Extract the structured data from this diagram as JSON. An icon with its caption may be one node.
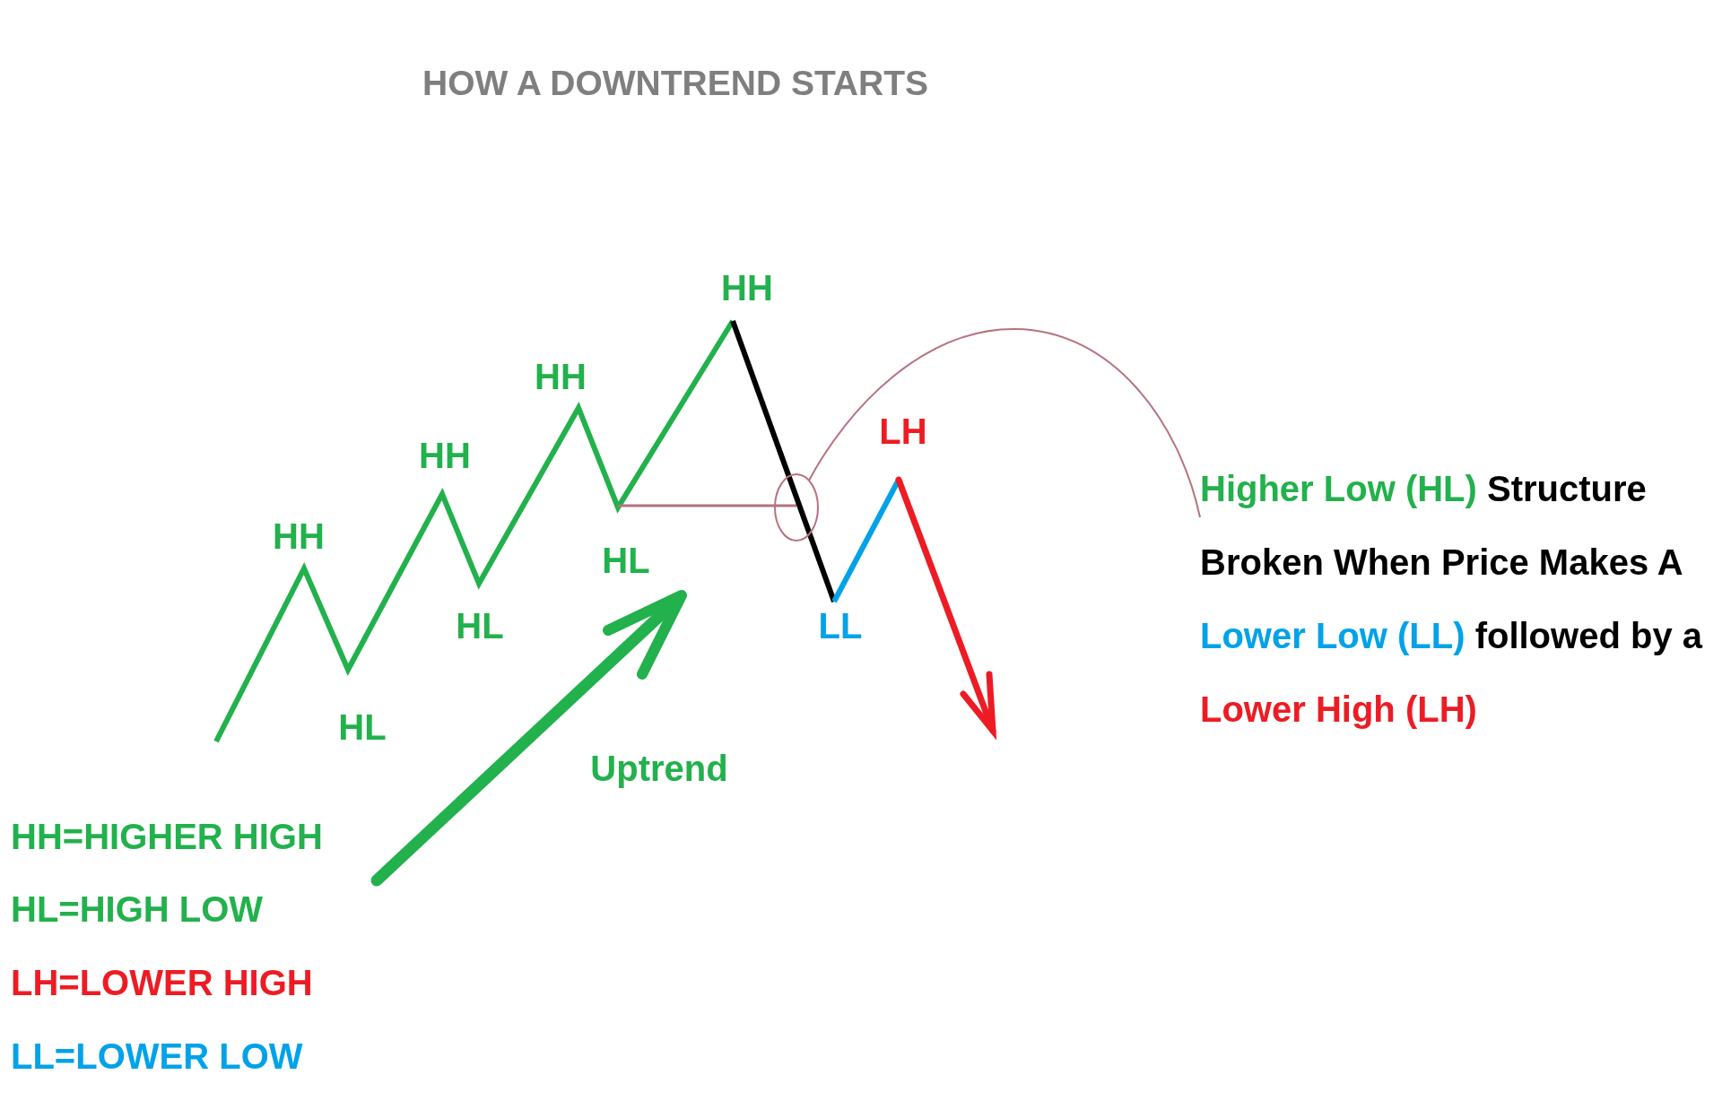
{
  "diagram": {
    "title": "HOW A DOWNTREND STARTS",
    "nodes": [
      {
        "text": [],
        "shape": "circle"
      },
      {
        "text": [
          "Higher Low (HL)",
          "Structure Broken When Price Makes A",
          "Lower Low (LL)",
          "followed by a",
          "Lower High (LH)"
        ]
      }
    ],
    "edges": [
      {
        "from": 1,
        "to": 0,
        "arrow": "none"
      }
    ],
    "labels": [
      "HH",
      "HL",
      "HH",
      "HL",
      "HH",
      "HL",
      "HH",
      "LL",
      "LH",
      "Uptrend",
      "HH=HIGHER HIGH",
      "HL=HIGH LOW",
      "LH=LOWER HIGH",
      "LL=LOWER LOW"
    ]
  }
}
